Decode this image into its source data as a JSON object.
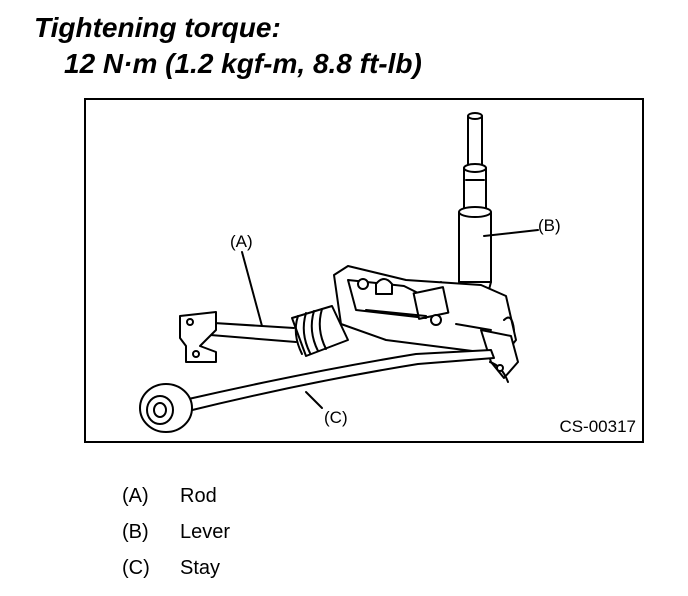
{
  "header": {
    "title": "Tightening torque:",
    "value": "12 N·m (1.2 kgf-m, 8.8 ft-lb)"
  },
  "figure": {
    "code": "CS-00317",
    "callouts": [
      "(A)",
      "(B)",
      "(C)"
    ]
  },
  "legend": [
    {
      "key": "(A)",
      "label": "Rod"
    },
    {
      "key": "(B)",
      "label": "Lever"
    },
    {
      "key": "(C)",
      "label": "Stay"
    }
  ]
}
